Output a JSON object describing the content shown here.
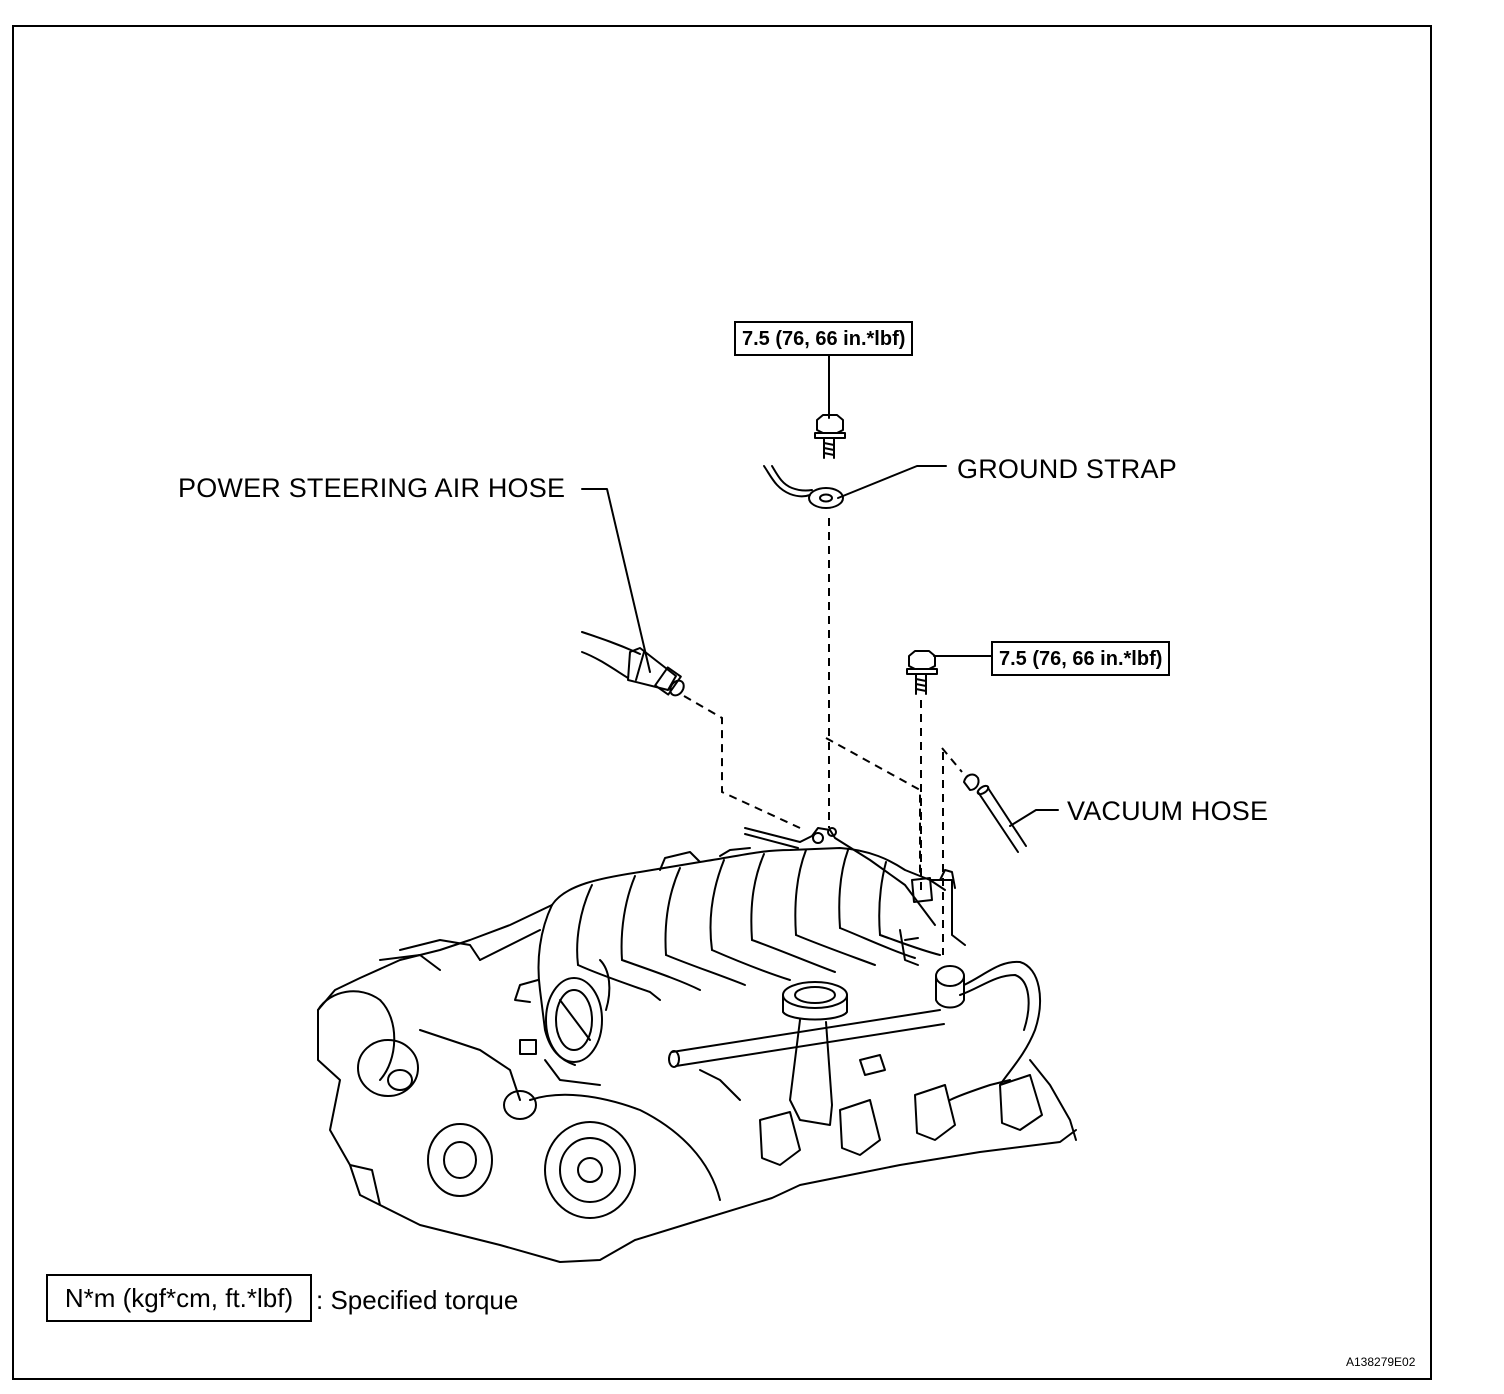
{
  "labels": {
    "power_steering_air_hose": "POWER STEERING AIR HOSE",
    "ground_strap": "GROUND STRAP",
    "vacuum_hose": "VACUUM HOSE"
  },
  "torques": {
    "top_bolt": "7.5 (76, 66 in.*lbf)",
    "right_bolt": "7.5 (76, 66 in.*lbf)"
  },
  "legend": {
    "unit_box": "N*m (kgf*cm, ft.*lbf)",
    "meaning": ": Specified torque"
  },
  "figure_id": "A138279E02",
  "colors": {
    "ink": "#000000",
    "paper": "#ffffff"
  }
}
